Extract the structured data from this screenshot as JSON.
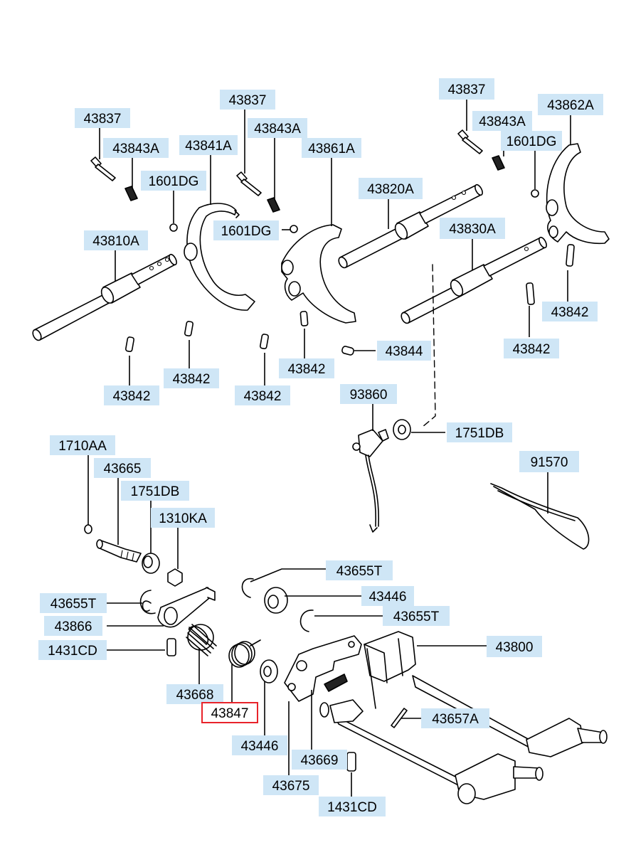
{
  "callouts": [
    {
      "id": "c1",
      "label": "43837"
    },
    {
      "id": "c2",
      "label": "43843A"
    },
    {
      "id": "c3",
      "label": "43841A"
    },
    {
      "id": "c4",
      "label": "1601DG"
    },
    {
      "id": "c5",
      "label": "43810A"
    },
    {
      "id": "c6",
      "label": "43842"
    },
    {
      "id": "c7",
      "label": "43842"
    },
    {
      "id": "c8",
      "label": "43837"
    },
    {
      "id": "c9",
      "label": "43843A"
    },
    {
      "id": "c10",
      "label": "1601DG"
    },
    {
      "id": "c11",
      "label": "43861A"
    },
    {
      "id": "c12",
      "label": "43842"
    },
    {
      "id": "c13",
      "label": "43842"
    },
    {
      "id": "c14",
      "label": "43820A"
    },
    {
      "id": "c15",
      "label": "43844"
    },
    {
      "id": "c16",
      "label": "43837"
    },
    {
      "id": "c17",
      "label": "43843A"
    },
    {
      "id": "c18",
      "label": "43862A"
    },
    {
      "id": "c19",
      "label": "1601DG"
    },
    {
      "id": "c20",
      "label": "43830A"
    },
    {
      "id": "c21",
      "label": "43842"
    },
    {
      "id": "c22",
      "label": "43842"
    },
    {
      "id": "c23",
      "label": "93860"
    },
    {
      "id": "c24",
      "label": "1751DB"
    },
    {
      "id": "c25",
      "label": "91570"
    },
    {
      "id": "c26",
      "label": "1710AA"
    },
    {
      "id": "c27",
      "label": "43665"
    },
    {
      "id": "c28",
      "label": "1751DB"
    },
    {
      "id": "c29",
      "label": "1310KA"
    },
    {
      "id": "c30",
      "label": "43655T"
    },
    {
      "id": "c31",
      "label": "43866"
    },
    {
      "id": "c32",
      "label": "1431CD"
    },
    {
      "id": "c33",
      "label": "43668"
    },
    {
      "id": "c34",
      "label": "43847",
      "highlighted": true
    },
    {
      "id": "c35",
      "label": "43446"
    },
    {
      "id": "c36",
      "label": "43675"
    },
    {
      "id": "c37",
      "label": "43669"
    },
    {
      "id": "c38",
      "label": "1431CD"
    },
    {
      "id": "c39",
      "label": "43655T"
    },
    {
      "id": "c40",
      "label": "43446"
    },
    {
      "id": "c41",
      "label": "43655T"
    },
    {
      "id": "c42",
      "label": "43800"
    },
    {
      "id": "c43",
      "label": "43657A"
    }
  ],
  "colors": {
    "callout_fill": "#cfe6f6",
    "highlight_border": "#e8232a",
    "line": "#000000",
    "background": "#ffffff"
  }
}
